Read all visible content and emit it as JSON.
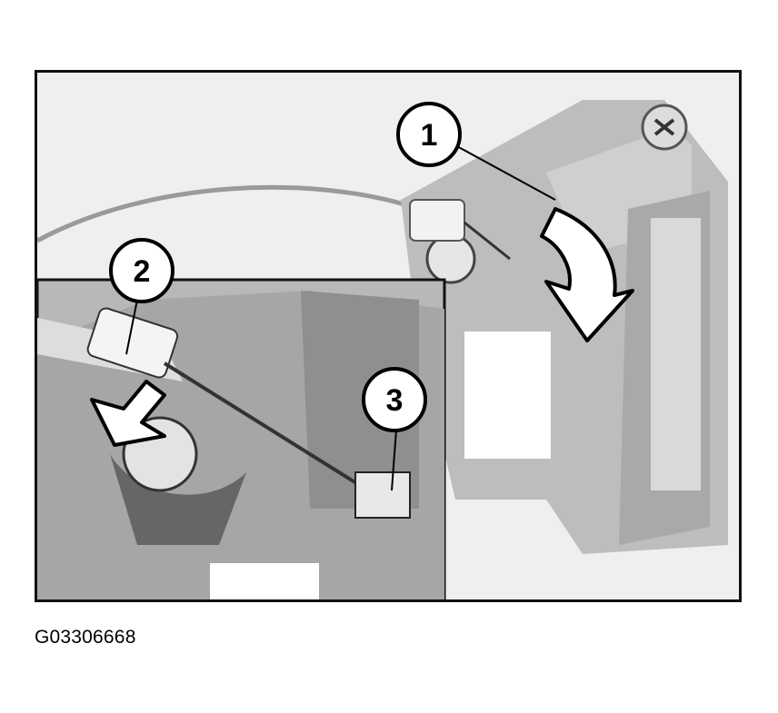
{
  "figure": {
    "callouts": [
      {
        "id": 1,
        "label": "1"
      },
      {
        "id": 2,
        "label": "2"
      },
      {
        "id": 3,
        "label": "3"
      }
    ],
    "caption": "G03306668"
  }
}
